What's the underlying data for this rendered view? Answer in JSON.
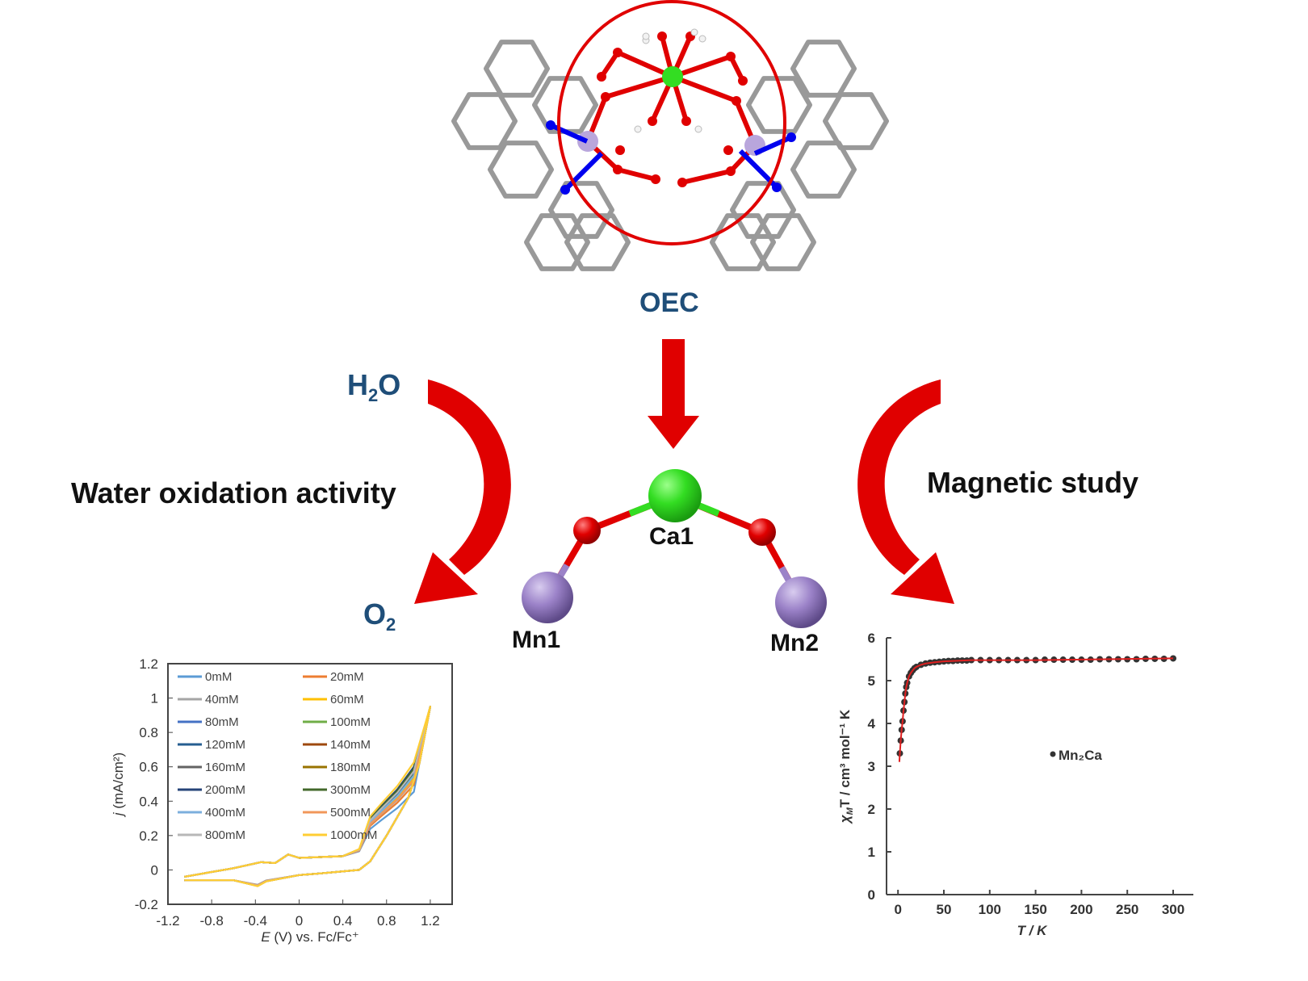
{
  "labels": {
    "oec": "OEC",
    "h2o_main": "H",
    "h2o_sub": "2",
    "h2o_end": "O",
    "o2_main": "O",
    "o2_sub": "2",
    "water_oxidation": "Water oxidation activity",
    "magnetic_study": "Magnetic study",
    "ca1": "Ca1",
    "mn1": "Mn1",
    "mn2": "Mn2"
  },
  "colors": {
    "text_blue": "#1f4e79",
    "arrow_red": "#e00000",
    "ca_green": "#33dd22",
    "o_red": "#e00000",
    "mn_purple": "#9b82c8",
    "n_blue": "#0000ee",
    "bond_gray": "#999999"
  },
  "chart_data": [
    {
      "type": "line",
      "title": "",
      "xlabel_italic": "E",
      "xlabel_rest": " (V) vs. Fc/Fc⁺",
      "ylabel_italic": "j",
      "ylabel_rest": " (mA/cm²)",
      "xlim": [
        -1.2,
        1.4
      ],
      "ylim": [
        -0.2,
        1.2
      ],
      "xticks": [
        "-1.2",
        "-0.8",
        "-0.4",
        "0",
        "0.4",
        "0.8",
        "1.2"
      ],
      "xtick_values": [
        -1.2,
        -0.8,
        -0.4,
        0,
        0.4,
        0.8,
        1.2
      ],
      "yticks": [
        "1.2",
        "1",
        "0.8",
        "0.6",
        "0.4",
        "0.2",
        "0",
        "-0.2"
      ],
      "ytick_values": [
        1.2,
        1,
        0.8,
        0.6,
        0.4,
        0.2,
        0,
        -0.2
      ],
      "legend_position": "top-left",
      "forward": [
        [
          -1.05,
          -0.04
        ],
        [
          -0.6,
          0.01
        ],
        [
          -0.35,
          0.045
        ],
        [
          -0.22,
          0.04
        ],
        [
          -0.1,
          0.09
        ],
        [
          0,
          0.07
        ],
        [
          0.4,
          0.08
        ],
        [
          0.55,
          0.12
        ],
        [
          0.65,
          0.3
        ],
        [
          0.75,
          0.37
        ],
        [
          0.9,
          0.47
        ],
        [
          1.05,
          0.6
        ],
        [
          1.2,
          0.95
        ]
      ],
      "reverse": [
        [
          1.2,
          0.95
        ],
        [
          1.1,
          0.62
        ],
        [
          1.0,
          0.42
        ],
        [
          0.8,
          0.2
        ],
        [
          0.65,
          0.05
        ],
        [
          0.55,
          0.0
        ],
        [
          0.2,
          -0.02
        ],
        [
          0,
          -0.03
        ],
        [
          -0.3,
          -0.06
        ],
        [
          -0.38,
          -0.085
        ],
        [
          -0.6,
          -0.06
        ],
        [
          -1.05,
          -0.06
        ]
      ],
      "series": [
        {
          "name": "0mM",
          "color": "#5b9bd5",
          "wave_scale": 0.72
        },
        {
          "name": "20mM",
          "color": "#ed7d31",
          "wave_scale": 0.8
        },
        {
          "name": "40mM",
          "color": "#a5a5a5",
          "wave_scale": 0.84
        },
        {
          "name": "60mM",
          "color": "#ffc000",
          "wave_scale": 0.88
        },
        {
          "name": "80mM",
          "color": "#4472c4",
          "wave_scale": 0.9
        },
        {
          "name": "100mM",
          "color": "#70ad47",
          "wave_scale": 0.92
        },
        {
          "name": "120mM",
          "color": "#255e91",
          "wave_scale": 0.94
        },
        {
          "name": "140mM",
          "color": "#9e480e",
          "wave_scale": 0.95
        },
        {
          "name": "160mM",
          "color": "#636363",
          "wave_scale": 0.96
        },
        {
          "name": "180mM",
          "color": "#997300",
          "wave_scale": 0.97
        },
        {
          "name": "200mM",
          "color": "#264478",
          "wave_scale": 1.0
        },
        {
          "name": "300mM",
          "color": "#43682b",
          "wave_scale": 0.98
        },
        {
          "name": "400mM",
          "color": "#7cafdd",
          "wave_scale": 0.9
        },
        {
          "name": "500mM",
          "color": "#f1975a",
          "wave_scale": 0.85
        },
        {
          "name": "800mM",
          "color": "#b7b7b7",
          "wave_scale": 0.95
        },
        {
          "name": "1000mM",
          "color": "#ffcd33",
          "wave_scale": 1.05
        }
      ]
    },
    {
      "type": "scatter",
      "xlabel": "T / K",
      "ylabel_chi": "χ",
      "ylabel_sub": "M",
      "ylabel_rest": "T / cm³ mol⁻¹ K",
      "xlim": [
        -12.5,
        322
      ],
      "ylim": [
        0,
        6
      ],
      "xticks": [
        "0",
        "50",
        "100",
        "150",
        "200",
        "250",
        "300"
      ],
      "xtick_values": [
        0,
        50,
        100,
        150,
        200,
        250,
        300
      ],
      "yticks": [
        "0",
        "1",
        "2",
        "3",
        "4",
        "5",
        "6"
      ],
      "ytick_values": [
        0,
        1,
        2,
        3,
        4,
        5,
        6
      ],
      "legend": "Mn₂Ca",
      "legend_position": "center-right",
      "series": [
        {
          "name": "Mn₂Ca",
          "color": "#333333",
          "T": [
            2,
            3,
            4,
            5,
            6,
            7,
            8,
            9,
            10,
            12,
            14,
            16,
            18,
            20,
            25,
            30,
            35,
            40,
            45,
            50,
            55,
            60,
            65,
            70,
            75,
            80,
            90,
            100,
            110,
            120,
            130,
            140,
            150,
            160,
            170,
            180,
            190,
            200,
            210,
            220,
            230,
            240,
            250,
            260,
            270,
            280,
            290,
            300
          ],
          "chiT": [
            3.3,
            3.6,
            3.85,
            4.05,
            4.3,
            4.5,
            4.7,
            4.85,
            4.95,
            5.1,
            5.18,
            5.24,
            5.29,
            5.32,
            5.37,
            5.4,
            5.42,
            5.43,
            5.44,
            5.45,
            5.46,
            5.46,
            5.47,
            5.47,
            5.47,
            5.48,
            5.48,
            5.48,
            5.48,
            5.48,
            5.48,
            5.48,
            5.48,
            5.49,
            5.49,
            5.49,
            5.49,
            5.49,
            5.49,
            5.5,
            5.5,
            5.5,
            5.5,
            5.5,
            5.51,
            5.51,
            5.51,
            5.52
          ]
        }
      ],
      "fit": {
        "color": "#e02020",
        "T": [
          1.5,
          2,
          3,
          4,
          5,
          6,
          7,
          8,
          9,
          10,
          12,
          14,
          16,
          18,
          20,
          25,
          30,
          40,
          50,
          80,
          150,
          300
        ],
        "chiT": [
          3.1,
          3.3,
          3.6,
          3.85,
          4.05,
          4.3,
          4.5,
          4.7,
          4.85,
          4.95,
          5.1,
          5.18,
          5.24,
          5.29,
          5.32,
          5.37,
          5.4,
          5.43,
          5.45,
          5.48,
          5.48,
          5.52
        ]
      }
    }
  ]
}
